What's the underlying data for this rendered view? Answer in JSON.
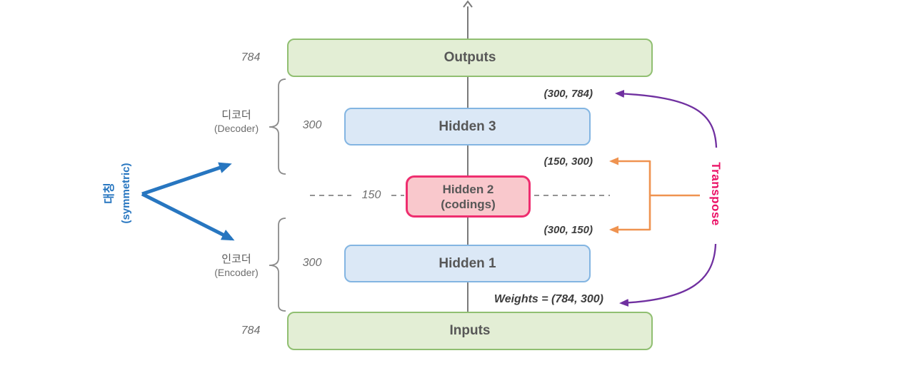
{
  "title": "Stacked autoencoder (symmetric) diagram",
  "layers": [
    {
      "id": "outputs",
      "label": "Outputs",
      "size": "784"
    },
    {
      "id": "hidden3",
      "label": "Hidden 3",
      "size": "300"
    },
    {
      "id": "hidden2",
      "label": "Hidden 2",
      "sublabel": "(codings)",
      "size": "150"
    },
    {
      "id": "hidden1",
      "label": "Hidden 1",
      "size": "300"
    },
    {
      "id": "inputs",
      "label": "Inputs",
      "size": "784"
    }
  ],
  "annotations": {
    "decoder": {
      "korean": "디코더",
      "english": "(Decoder)"
    },
    "encoder": {
      "korean": "인코더",
      "english": "(Encoder)"
    },
    "symmetric": {
      "korean": "대칭",
      "english": "(symmetric)"
    },
    "transpose": "Transpose",
    "weights": {
      "decoder_out": "(300, 784)",
      "decoder_hidden": "(150, 300)",
      "encoder_coding": "(300, 150)",
      "encoder_in": "Weights = (784, 300)"
    }
  },
  "colors": {
    "green_fill": "#e3eed5",
    "green_border": "#90bf71",
    "blue_fill": "#dbe8f6",
    "blue_border": "#83b5e2",
    "pink_fill": "#f9c8cc",
    "pink_border": "#ee2e6f",
    "symmetric_arrow_blue": "#2776c0",
    "transpose_orange": "#ef9350",
    "transpose_purple": "#7030a0",
    "transpose_magenta": "#eb1166",
    "line_gray": "#7a7a7a"
  }
}
